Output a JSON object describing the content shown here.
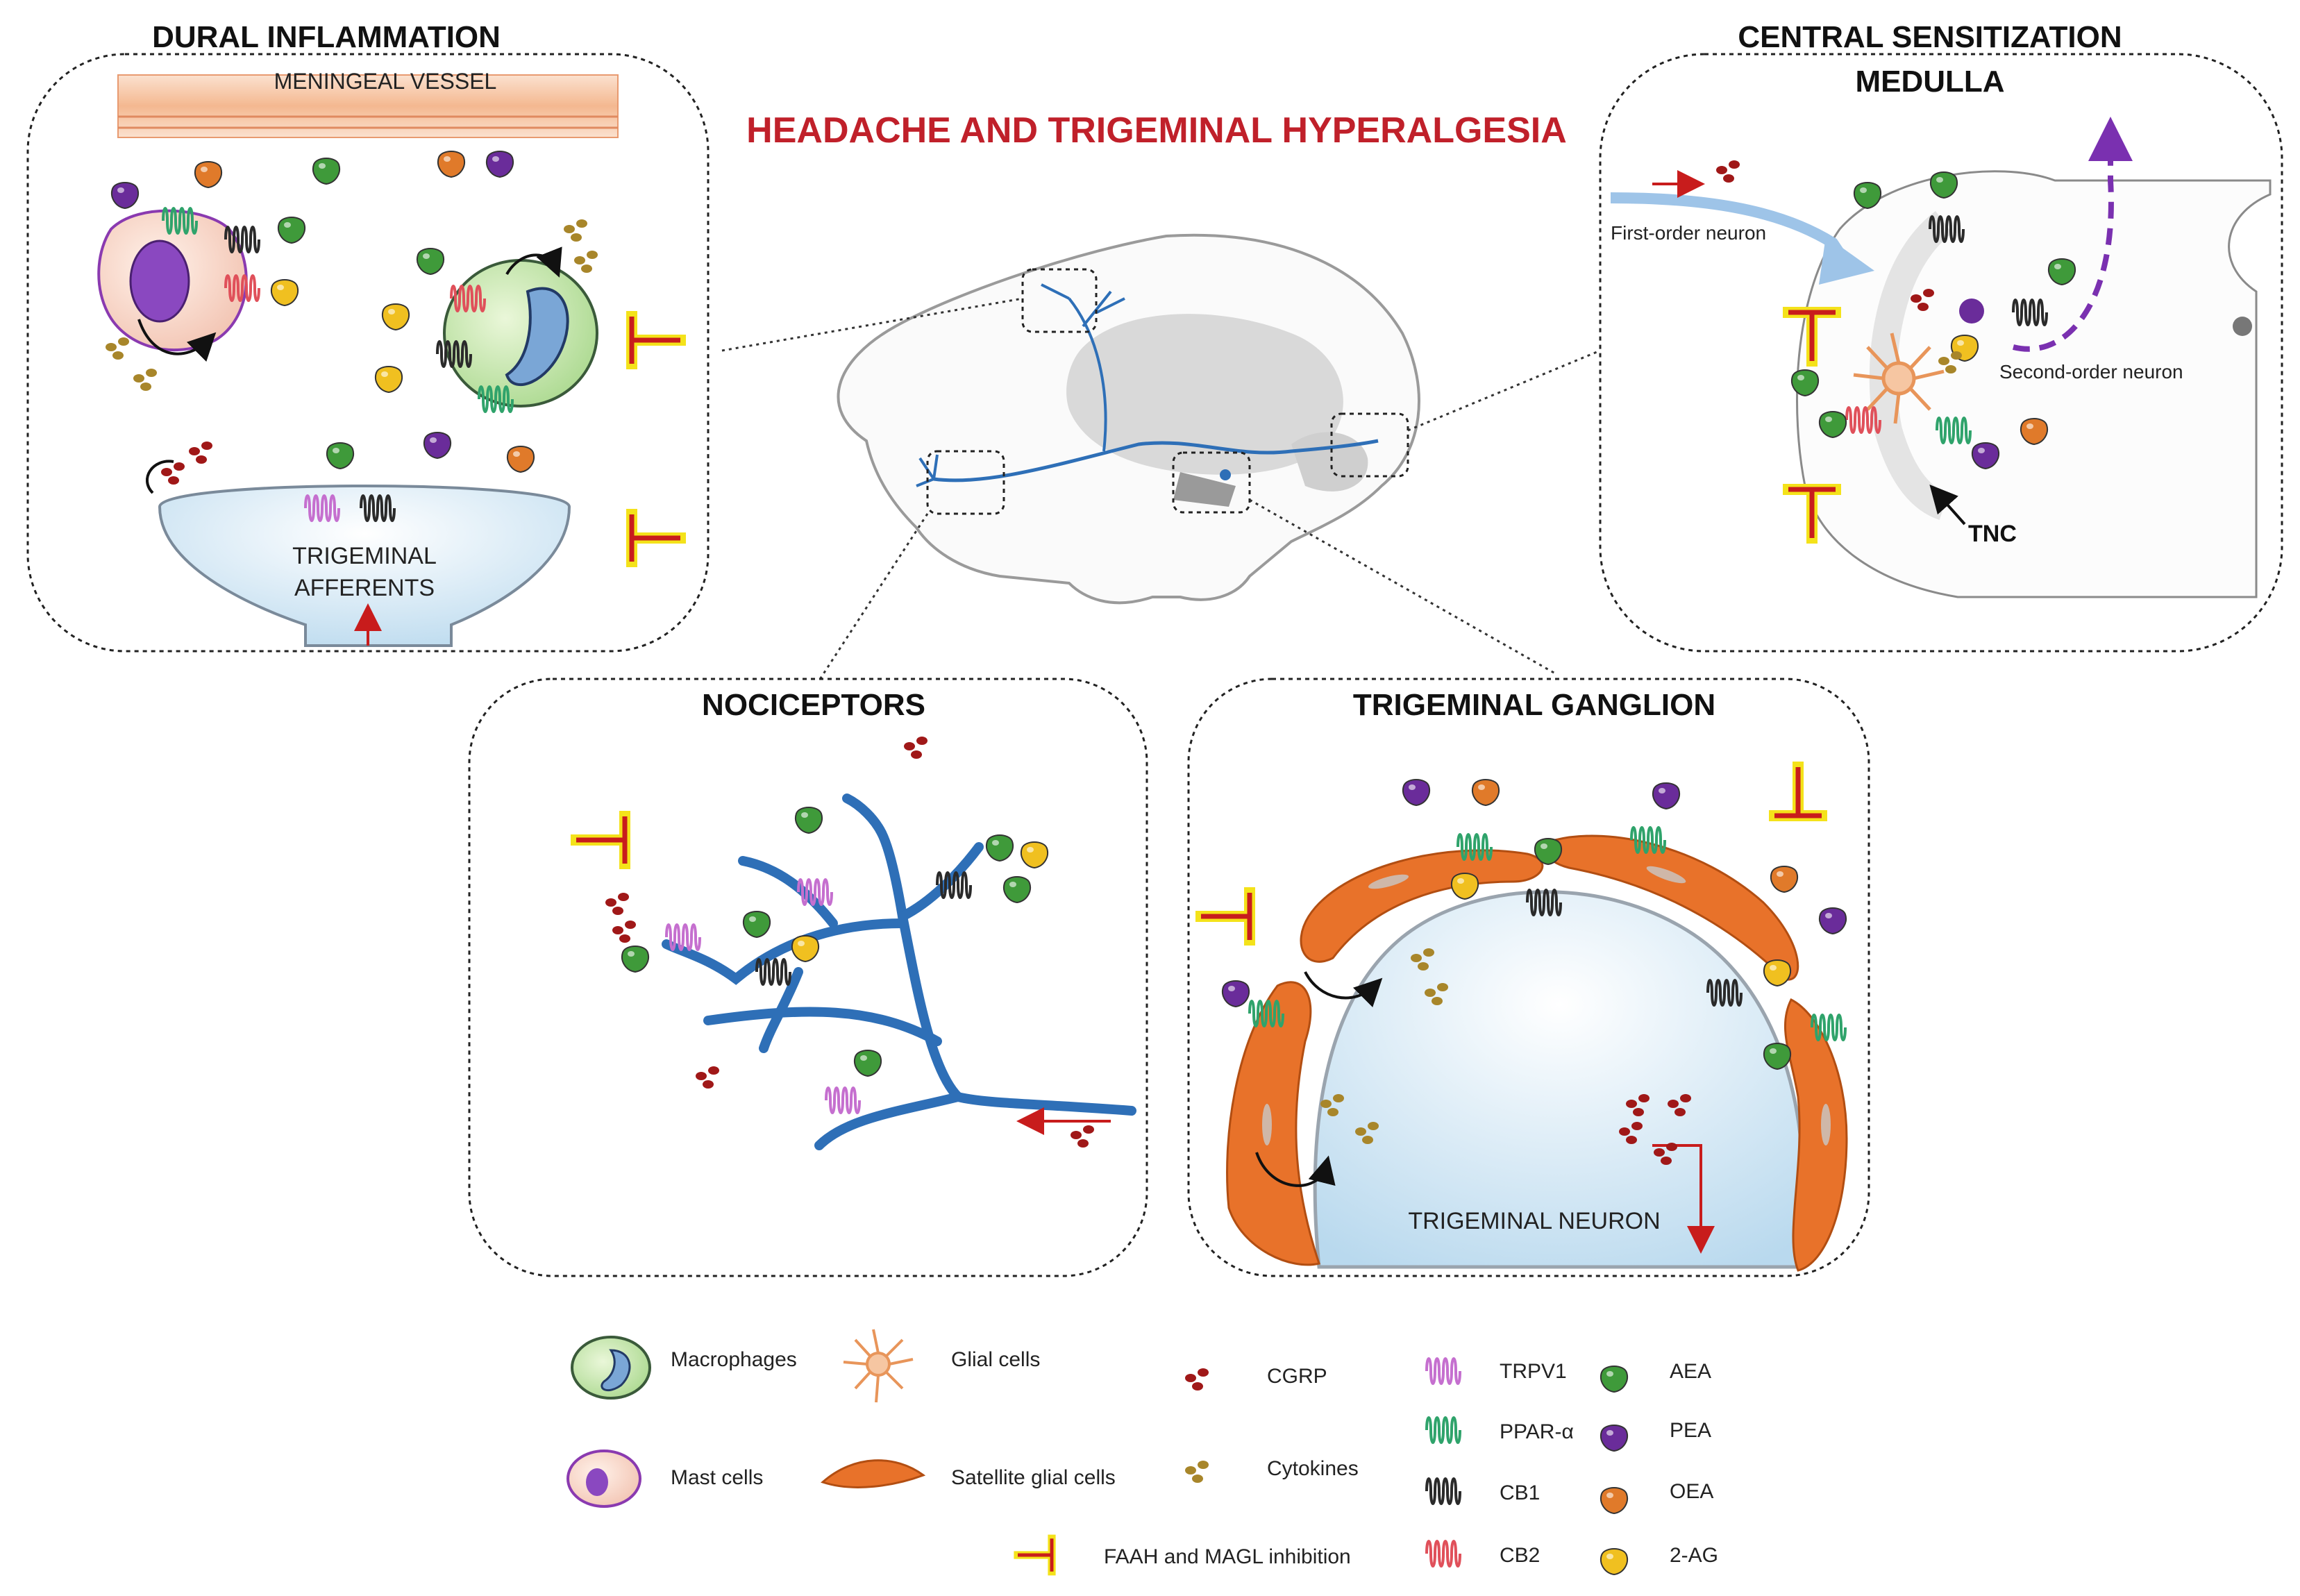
{
  "title": "HEADACHE AND TRIGEMINAL HYPERALGESIA",
  "panels": {
    "dural": {
      "title": "DURAL INFLAMMATION",
      "vessel": "MENINGEAL VESSEL",
      "afferents_line1": "TRIGEMINAL",
      "afferents_line2": "AFFERENTS"
    },
    "central": {
      "title_line1": "CENTRAL SENSITIZATION",
      "title_line2": "MEDULLA",
      "first_order": "First-order neuron",
      "second_order": "Second-order neuron",
      "tnc": "TNC"
    },
    "nociceptors": {
      "title": "NOCICEPTORS"
    },
    "ganglion": {
      "title": "TRIGEMINAL GANGLION",
      "neuron": "TRIGEMINAL NEURON"
    }
  },
  "legend": {
    "macrophages": "Macrophages",
    "mast_cells": "Mast cells",
    "glial_cells": "Glial cells",
    "satellite_glial_cells": "Satellite glial cells",
    "cgrp": "CGRP",
    "cytokines": "Cytokines",
    "trpv1": "TRPV1",
    "ppar": "PPAR-α",
    "cb1": "CB1",
    "cb2": "CB2",
    "aea": "AEA",
    "pea": "PEA",
    "oea": "OEA",
    "two_ag": "2-AG",
    "inhibition": "FAAH and MAGL inhibition"
  },
  "colors": {
    "title_red": "#c0202a",
    "nerve_blue": "#2e6fb7",
    "trpv1": "#c56fcf",
    "ppar": "#2fa36b",
    "cb1": "#2a2a2a",
    "cb2": "#e0505a",
    "aea": "#3f9a3a",
    "pea": "#6a2c9a",
    "oea": "#e07a2a",
    "two_ag": "#f0c020",
    "cgrp": "#a01818",
    "cytokines": "#a8862a",
    "satellite": "#e8722a",
    "inhibitor_red": "#c81c1c",
    "inhibitor_yellow": "#f4e21a"
  }
}
